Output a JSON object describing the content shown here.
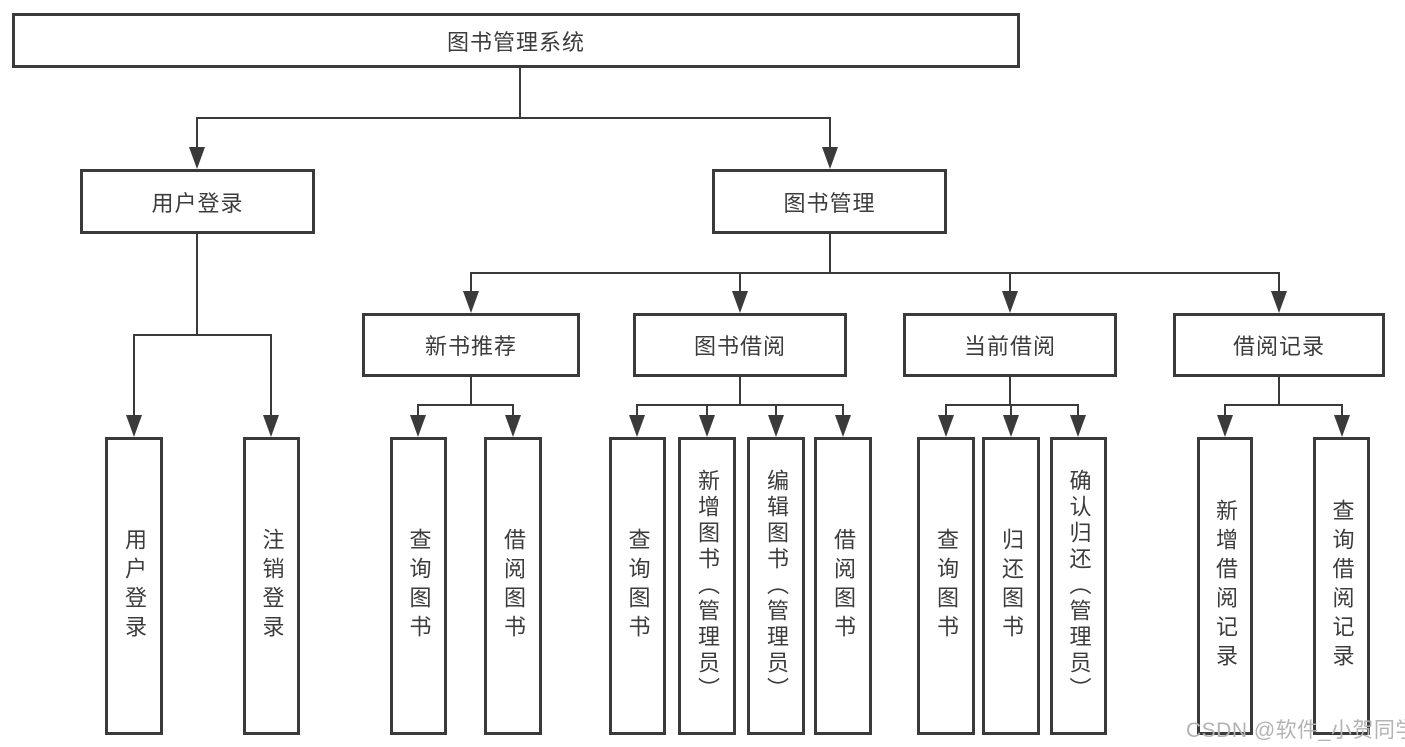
{
  "colors": {
    "line": "#3a3a3a",
    "text": "#3c3c3c",
    "watermark": "#b3b3b3",
    "bg": "#ffffff"
  },
  "nodes": {
    "root": {
      "label": "图书管理系统"
    },
    "user_login": {
      "label": "用户登录"
    },
    "book_management": {
      "label": "图书管理"
    },
    "new_book_recommend": {
      "label": "新书推荐"
    },
    "book_borrow": {
      "label": "图书借阅"
    },
    "current_borrow": {
      "label": "当前借阅"
    },
    "borrow_record": {
      "label": "借阅记录"
    },
    "leaves": {
      "user_login": {
        "label": "用户登录"
      },
      "logout_login": {
        "label": "注销登录"
      },
      "recommend_query_book": {
        "label": "查询图书"
      },
      "recommend_borrow_book": {
        "label": "借阅图书"
      },
      "borrow_query_book": {
        "label": "查询图书"
      },
      "add_book_admin": {
        "label": "新增图书（管理员）"
      },
      "edit_book_admin": {
        "label": "编辑图书（管理员）"
      },
      "borrow_borrow_book": {
        "label": "借阅图书"
      },
      "current_query_book": {
        "label": "查询图书"
      },
      "return_book": {
        "label": "归还图书"
      },
      "confirm_return_admin": {
        "label": "确认归还（管理员）"
      },
      "add_borrow_record": {
        "label": "新增借阅记录"
      },
      "query_borrow_record": {
        "label": "查询借阅记录"
      }
    }
  },
  "hierarchy": {
    "图书管理系统": [
      "用户登录",
      "图书管理"
    ],
    "用户登录": [
      "用户登录",
      "注销登录"
    ],
    "图书管理": [
      "新书推荐",
      "图书借阅",
      "当前借阅",
      "借阅记录"
    ],
    "新书推荐": [
      "查询图书",
      "借阅图书"
    ],
    "图书借阅": [
      "查询图书",
      "新增图书（管理员）",
      "编辑图书（管理员）",
      "借阅图书"
    ],
    "当前借阅": [
      "查询图书",
      "归还图书",
      "确认归还（管理员）"
    ],
    "借阅记录": [
      "新增借阅记录",
      "查询借阅记录"
    ]
  },
  "watermark": "CSDN @软件_小贺同学"
}
